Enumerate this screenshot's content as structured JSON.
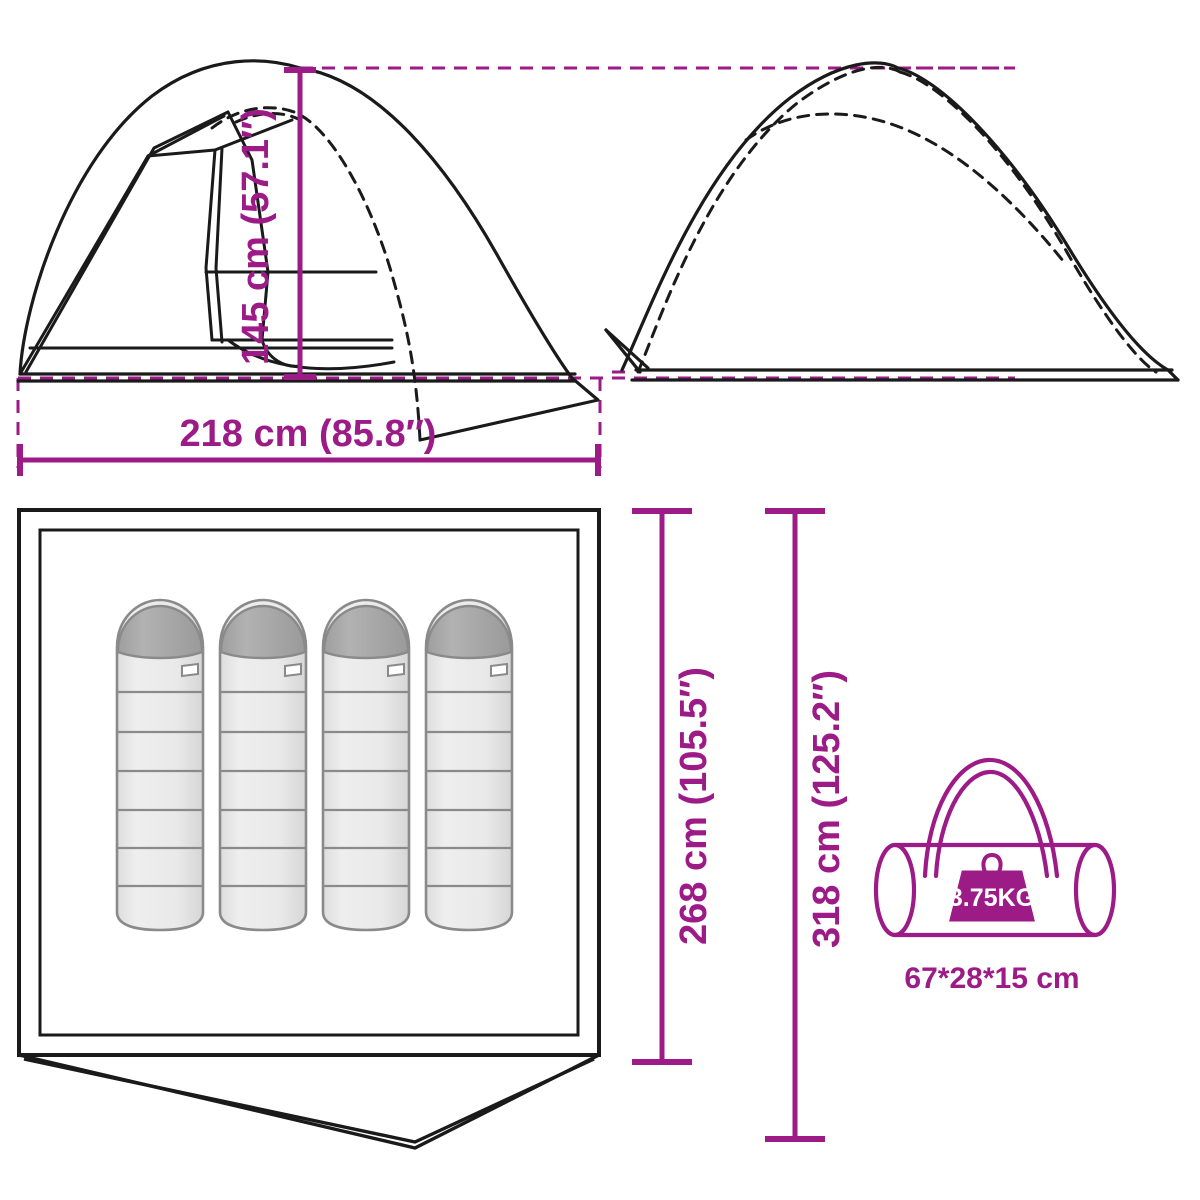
{
  "diagram": {
    "type": "product-dimension-diagram",
    "product": "4-person dome tent",
    "colors": {
      "dimension_purple": "#9c1b86",
      "outline_black": "#1a1a1a",
      "sleeping_bag_body": "#e8e8e8",
      "sleeping_bag_hood": "#a9a9a9",
      "sleeping_bag_stroke": "#8a8a8a",
      "background": "#ffffff"
    }
  },
  "views": {
    "front_view": {
      "name": "front-elevation",
      "description": "Tent front elevation with vestibule and guy lines"
    },
    "side_view": {
      "name": "side-elevation",
      "description": "Tent side elevation dome profile with dashed pole arcs"
    },
    "floor_plan": {
      "name": "floor-plan",
      "description": "Top-down floor plan with four sleeping bags and vestibule",
      "sleeping_bag_count": 4
    }
  },
  "dimensions": {
    "height": {
      "label": "145 cm (57.1″)",
      "value_cm": 145,
      "value_in": 57.1,
      "orientation": "vertical",
      "applies_to": "front-view-peak-height"
    },
    "width": {
      "label": "218 cm (85.8″)",
      "value_cm": 218,
      "value_in": 85.8,
      "orientation": "horizontal",
      "applies_to": "front-view-width"
    },
    "inner_depth": {
      "label": "268 cm (105.5″)",
      "value_cm": 268,
      "value_in": 105.5,
      "orientation": "vertical",
      "applies_to": "floor-plan-inner-depth"
    },
    "total_depth": {
      "label": "318 cm (125.2″)",
      "value_cm": 318,
      "value_in": 125.2,
      "orientation": "vertical",
      "applies_to": "floor-plan-total-depth-with-vestibule"
    }
  },
  "carry_bag": {
    "name": "carry-bag",
    "weight_label": "3.75KG",
    "weight_value": 3.75,
    "weight_unit": "KG",
    "size_label": "67*28*15 cm",
    "size_dimensions": [
      67,
      28,
      15
    ],
    "size_unit": "cm",
    "icons": [
      "duffel-bag-icon",
      "weight-icon"
    ]
  }
}
